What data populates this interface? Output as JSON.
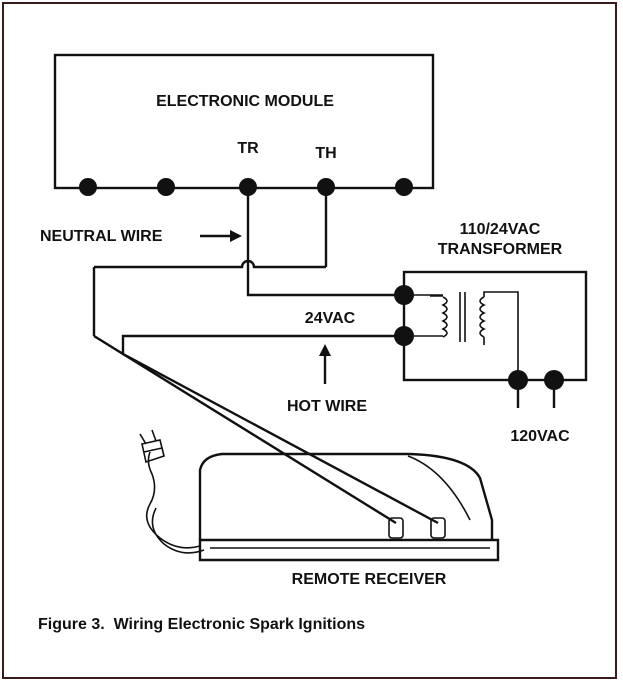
{
  "labels": {
    "module": "ELECTRONIC MODULE",
    "tr": "TR",
    "th": "TH",
    "neutral_wire": "NEUTRAL WIRE",
    "transformer_line1": "110/24VAC",
    "transformer_line2": "TRANSFORMER",
    "vac24": "24VAC",
    "hot_wire": "HOT WIRE",
    "vac120": "120VAC",
    "receiver": "REMOTE RECEIVER"
  },
  "caption": "Figure 3.  Wiring Electronic Spark Ignitions",
  "colors": {
    "ink": "#111111",
    "frame": "#3a1a1a",
    "background": "#ffffff"
  }
}
